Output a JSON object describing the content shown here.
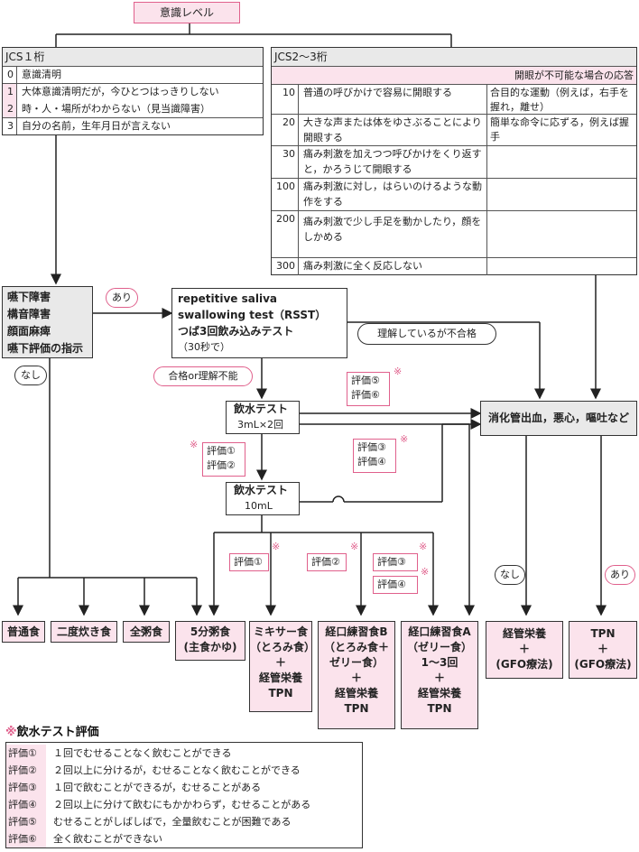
{
  "title": "意識レベル",
  "jcs1": {
    "header": "JCS１桁",
    "rows": [
      {
        "num": "0",
        "text": "意識清明"
      },
      {
        "num": "1",
        "text": "大体意識清明だが，今ひとつはっきりしない"
      },
      {
        "num": "2",
        "text": "時・人・場所がわからない（見当識障害）"
      },
      {
        "num": "3",
        "text": "自分の名前，生年月日が言えない"
      }
    ]
  },
  "jcs23": {
    "header": "JCS2〜3桁",
    "subheader": "開眼が不可能な場合の応答",
    "rows": [
      {
        "num": "10",
        "text": "普通の呼びかけで容易に開眼する",
        "extra": "合目的な運動（例えば，右手を握れ，離せ）"
      },
      {
        "num": "20",
        "text": "大きな声または体をゆさぶることにより開眼する",
        "extra": "簡単な命令に応ずる，例えば握手"
      },
      {
        "num": "30",
        "text": "痛み刺激を加えつつ呼びかけをくり返すと，かろうじて開眼する",
        "extra": ""
      },
      {
        "num": "100",
        "text": "痛み刺激に対し，はらいのけるような動作をする",
        "extra": ""
      },
      {
        "num": "200",
        "text": "痛み刺激で少し手足を動かしたり，顔をしかめる",
        "extra": ""
      },
      {
        "num": "300",
        "text": "痛み刺激に全く反応しない",
        "extra": ""
      }
    ]
  },
  "disorder_box": [
    "嚥下障害",
    "構音障害",
    "顔面麻痺",
    "嚥下評価の指示"
  ],
  "ari_label": "あり",
  "nashi_label": "なし",
  "rsst": {
    "line1": "repetitive saliva",
    "line2": "swallowing test（RSST）",
    "line3": "つば3回飲み込みテスト",
    "line4": "（30秒で）"
  },
  "pass_label": "合格or理解不能",
  "understood_fail": "理解しているが不合格",
  "water_test1": {
    "title": "飲水テスト",
    "sub": "3mL×2回"
  },
  "water_test2": {
    "title": "飲水テスト",
    "sub": "10mL"
  },
  "eval_tags": {
    "e5": "評価⑤",
    "e6": "評価⑥",
    "e1": "評価①",
    "e2": "評価②",
    "e3": "評価③",
    "e4": "評価④"
  },
  "gi_box": "消化管出血，悪心，嘔吐など",
  "gi_nashi": "なし",
  "gi_ari": "あり",
  "star": "※",
  "diets": {
    "normal": "普通食",
    "nidodaki": "二度炊き食",
    "zengayu": "全粥食",
    "gobugayu1": "5分粥食",
    "gobugayu2": "(主食かゆ)",
    "mixer": [
      "ミキサー食",
      "（とろみ食）",
      "＋",
      "経管栄養",
      "TPN"
    ],
    "keikouB": [
      "経口練習食B",
      "（とろみ食＋",
      "ゼリー食）",
      "＋",
      "経管栄養",
      "TPN"
    ],
    "keikouA": [
      "経口練習食A",
      "（ゼリー食）",
      "1〜3回",
      "＋",
      "経管栄養",
      "TPN"
    ],
    "tube": [
      "経管栄養",
      "＋",
      "(GFO療法)"
    ],
    "tpn": [
      "TPN",
      "＋",
      "(GFO療法)"
    ]
  },
  "legend": {
    "title": "※飲水テスト評価",
    "items": [
      {
        "label": "評価①",
        "text": "１回でむせることなく飲むことができる"
      },
      {
        "label": "評価②",
        "text": "２回以上に分けるが，むせることなく飲むことができる"
      },
      {
        "label": "評価③",
        "text": "１回で飲むことができるが，むせることがある"
      },
      {
        "label": "評価④",
        "text": "２回以上に分けて飲むにもかかわらず，むせることがある"
      },
      {
        "label": "評価⑤",
        "text": "むせることがしばしばで，全量飲むことが困難である"
      },
      {
        "label": "評価⑥",
        "text": "全く飲むことができない"
      }
    ]
  },
  "colors": {
    "accent": "#e0608c",
    "pink_fill": "#fbe3ec",
    "gray_fill": "#e9e9e9"
  }
}
